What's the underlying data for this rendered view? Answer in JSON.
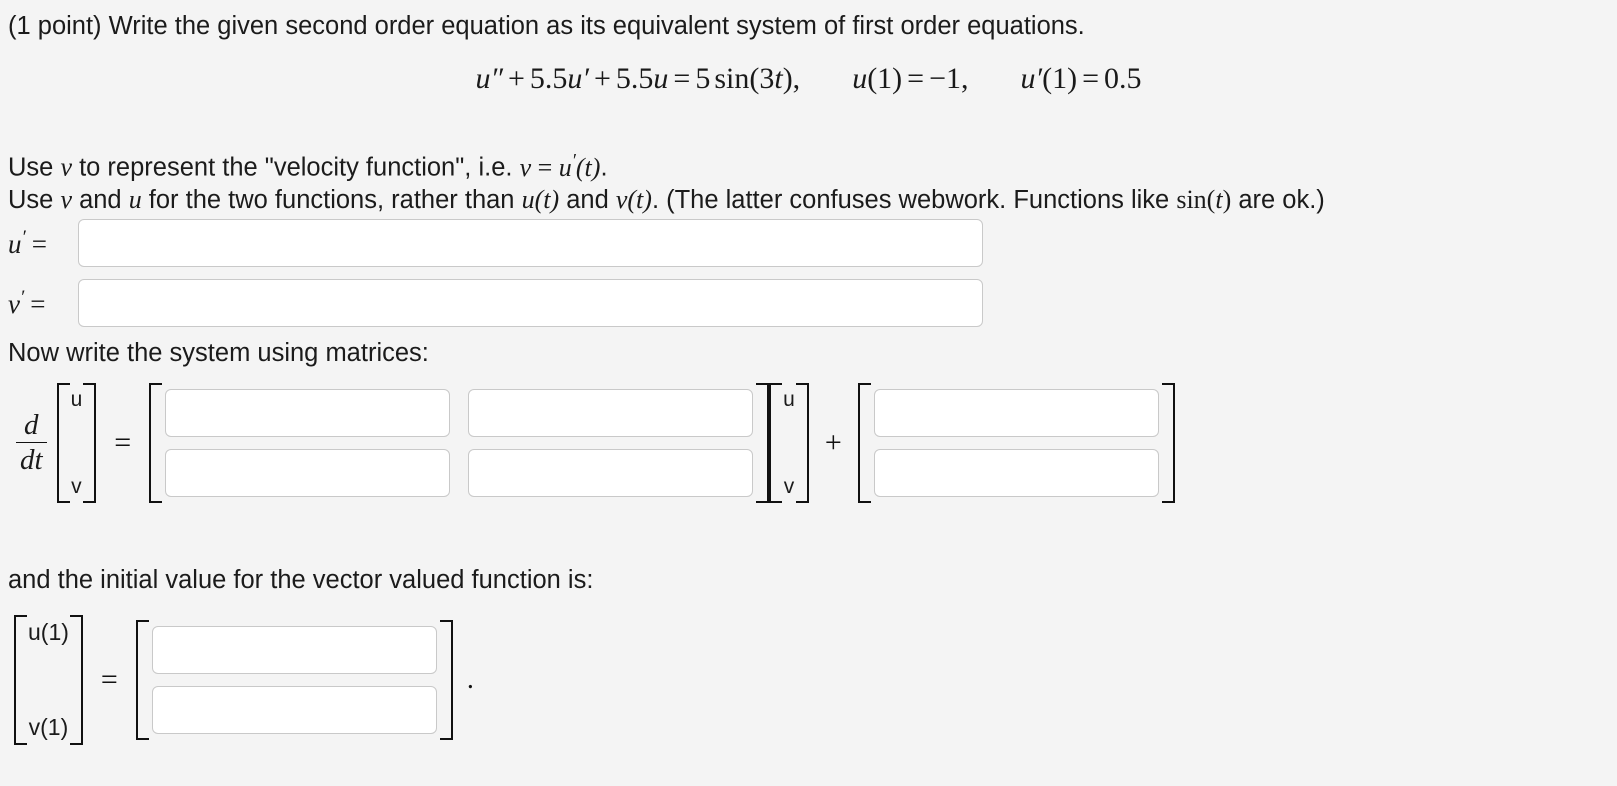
{
  "problem": {
    "points_label": "(1 point)",
    "prompt": "(1 point) Write the given second order equation as its equivalent system of first order equations.",
    "equation": {
      "main_lhs_u_double_prime": "u",
      "coefficient_u_prime": "5.5",
      "coefficient_u": "5.5",
      "rhs_coefficient": "5",
      "rhs_function": "sin",
      "rhs_argument": "3t",
      "full_text": "u'' + 5.5u' + 5.5u = 5 sin(3t)",
      "initial_condition_1": "u(1) = -1",
      "initial_condition_2": "u'(1) = 0.5",
      "ic1_lhs": "u(1)",
      "ic1_rhs": "-1",
      "ic2_lhs": "u'(1)",
      "ic2_rhs": "0.5"
    },
    "instruction_1_parts": {
      "a": "Use ",
      "v": "v",
      "b": " to represent the \"velocity function\", i.e. ",
      "veq": "v = u'(t)",
      "c": "."
    },
    "instruction_1_full": "Use v to represent the \"velocity function\", i.e. v = u'(t).",
    "instruction_2_full": "Use v and u for the two functions, rather than u(t) and v(t). (The latter confuses webwork. Functions like sin(t) are ok.)",
    "instruction_2_parts": {
      "a": "Use ",
      "v": "v",
      "b": " and ",
      "u": "u",
      "c": " for the two functions, rather than ",
      "ut": "u(t)",
      "d": " and ",
      "vt": "v(t)",
      "e": ". (The latter confuses webwork. Functions like ",
      "sint": "sin(t)",
      "f": " are ok.)"
    }
  },
  "first_order_system": {
    "row1_label_var": "u",
    "row1_label_eq": "=",
    "row2_label_var": "v",
    "row2_label_eq": "=",
    "row1_value": "",
    "row1_placeholder": "",
    "row2_value": "",
    "row2_placeholder": ""
  },
  "matrix_section": {
    "heading": "Now write the system using matrices:",
    "derivative_numerator": "d",
    "derivative_denominator": "dt",
    "state_vector": [
      "u",
      "v"
    ],
    "equals": "=",
    "plus": "+",
    "coefficient_matrix": {
      "a11_value": "",
      "a12_value": "",
      "a21_value": "",
      "a22_value": ""
    },
    "state_vector_right": [
      "u",
      "v"
    ],
    "forcing_vector": {
      "b1_value": "",
      "b2_value": ""
    }
  },
  "initial_value_section": {
    "heading": "and the initial value for the vector valued function is:",
    "labels": [
      "u(1)",
      "v(1)"
    ],
    "equals": "=",
    "values": {
      "first": "",
      "second": ""
    },
    "trailing_period": "."
  },
  "style": {
    "page_background": "#f4f4f4",
    "text_color": "#1b1b1b",
    "input_border": "#c9c9c9",
    "input_background": "#ffffff",
    "bracket_color": "#111111"
  }
}
